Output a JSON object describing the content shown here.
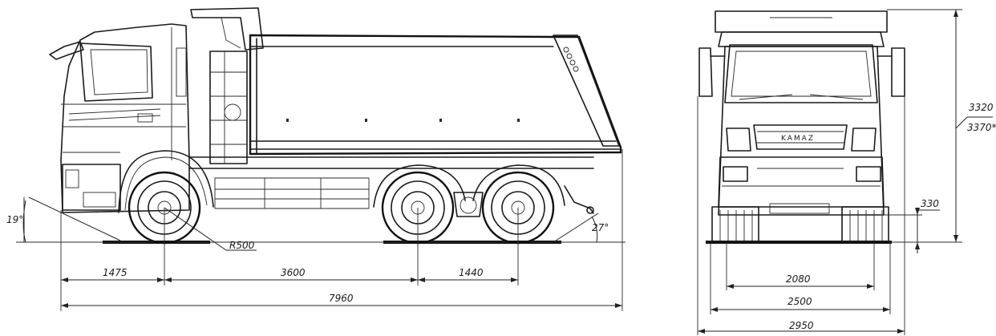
{
  "dimensions": {
    "side": {
      "approach_angle": "19°",
      "front_overhang": "1475",
      "wheelbase": "3600",
      "rear_bogie": "1440",
      "overall_length": "7960",
      "turning_radius": "R500",
      "departure_angle": "27°"
    },
    "front": {
      "height": "3320",
      "height_alt": "3370*",
      "ground_clearance": "330",
      "track": "2080",
      "body_width": "2500",
      "mirror_width": "2950"
    }
  },
  "branding": {
    "grille_logo": "KAMAZ"
  }
}
